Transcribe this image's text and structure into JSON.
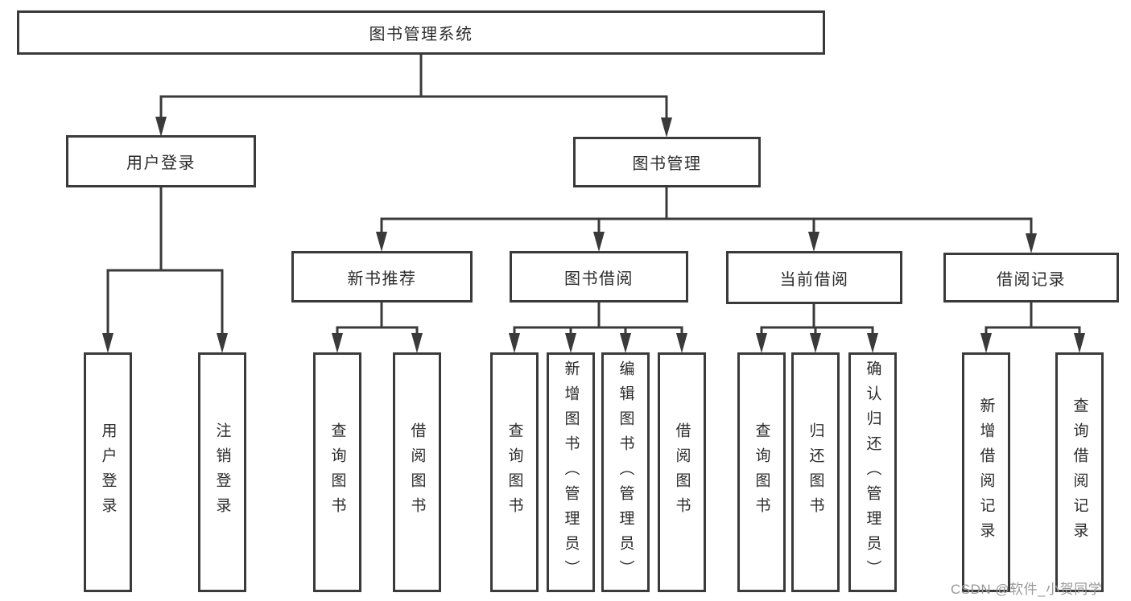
{
  "diagram": {
    "title_note": "functional structure tree",
    "root": {
      "label": "图书管理系统"
    },
    "level2": {
      "user_login": {
        "label": "用户登录"
      },
      "book_mgmt": {
        "label": "图书管理"
      }
    },
    "level3": {
      "new_book_rec": {
        "label": "新书推荐"
      },
      "book_borrowing": {
        "label": "图书借阅"
      },
      "current_borrowing": {
        "label": "当前借阅"
      },
      "borrowing_records": {
        "label": "借阅记录"
      }
    },
    "leaves": {
      "user_login": {
        "label": "用户登录"
      },
      "logout": {
        "label": "注销登录"
      },
      "rec_query_books": {
        "label": "查询图书"
      },
      "rec_borrow_books": {
        "label": "借阅图书"
      },
      "borrow_query_books": {
        "label": "查询图书"
      },
      "borrow_add_books": {
        "label": "新增图书（管理员）"
      },
      "borrow_edit_books": {
        "label": "编辑图书（管理员）"
      },
      "borrow_borrow_books": {
        "label": "借阅图书"
      },
      "current_query_books": {
        "label": "查询图书"
      },
      "current_return_books": {
        "label": "归还图书"
      },
      "current_confirm_return": {
        "label": "确认归还（管理员）"
      },
      "records_add_record": {
        "label": "新增借阅记录"
      },
      "records_query_record": {
        "label": "查询借阅记录"
      }
    }
  },
  "watermark": {
    "text": "CSDN @软件_小贺同学"
  },
  "colors": {
    "line": "#3a3a3a",
    "box_border": "#3a3a3a",
    "text": "#2b2b2b",
    "watermark": "#999999",
    "background": "#ffffff"
  }
}
